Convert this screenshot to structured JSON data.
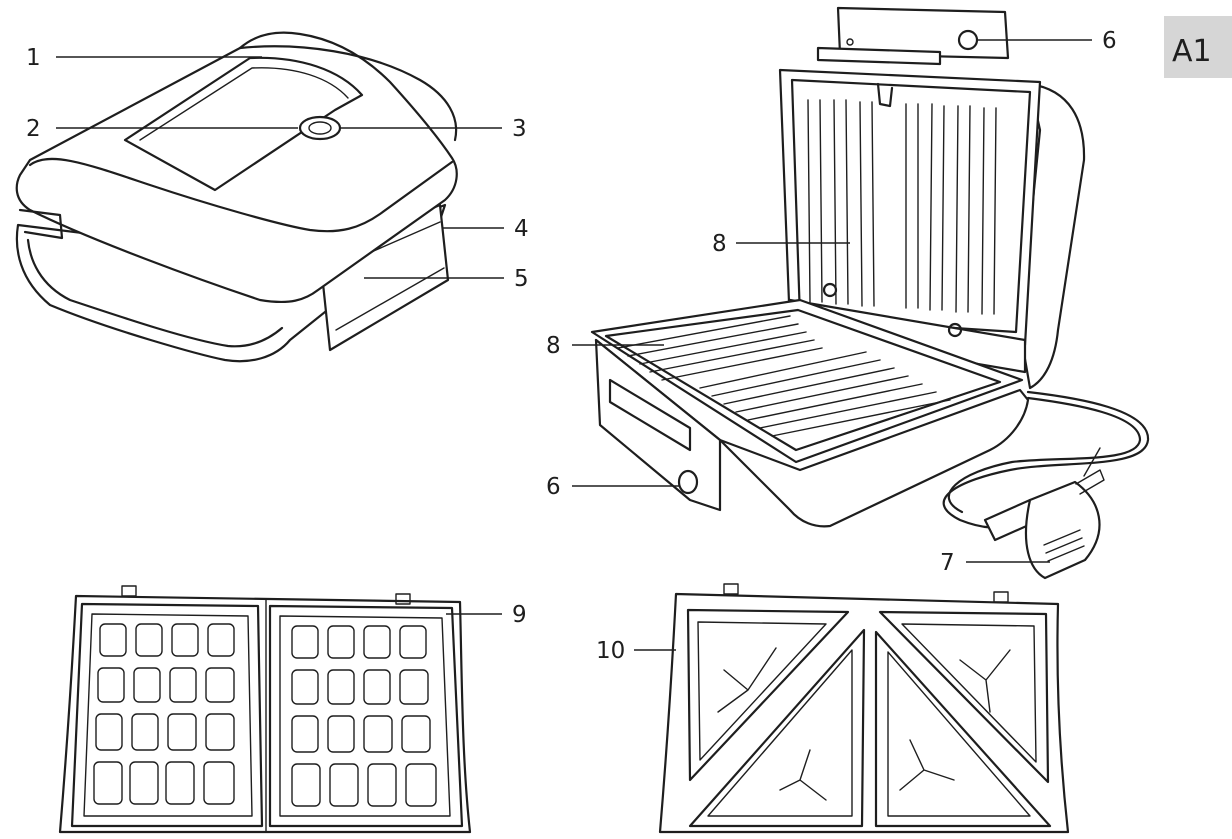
{
  "figure": {
    "badge": "A1",
    "callouts": {
      "c1": "1",
      "c2": "2",
      "c3": "3",
      "c4": "4",
      "c5": "5",
      "c6_top": "6",
      "c8_top": "8",
      "c8_bottom": "8",
      "c6_bottom": "6",
      "c7": "7",
      "c9": "9",
      "c10": "10"
    }
  }
}
